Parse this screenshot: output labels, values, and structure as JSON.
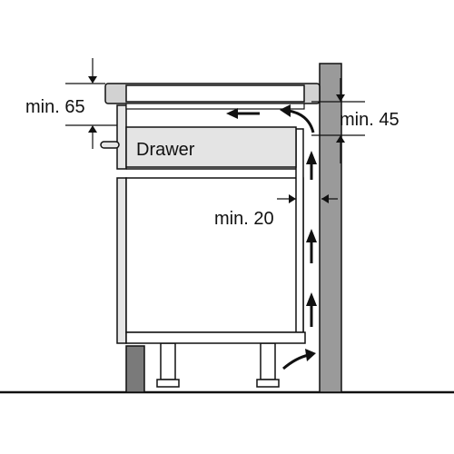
{
  "labels": {
    "drawer": "Drawer",
    "min_top": "min. 65",
    "min_right": "min. 45",
    "min_gap": "min. 20"
  },
  "colors": {
    "line": "#111111",
    "wall_fill": "#9a9a9a",
    "plinth_fill": "#7a7a7a",
    "cabinet_face": "#e6e6e6",
    "drawer_fill": "#e4e4e4",
    "hob_fill": "#d2d2d2",
    "cooktop_fill": "#ffffff"
  }
}
